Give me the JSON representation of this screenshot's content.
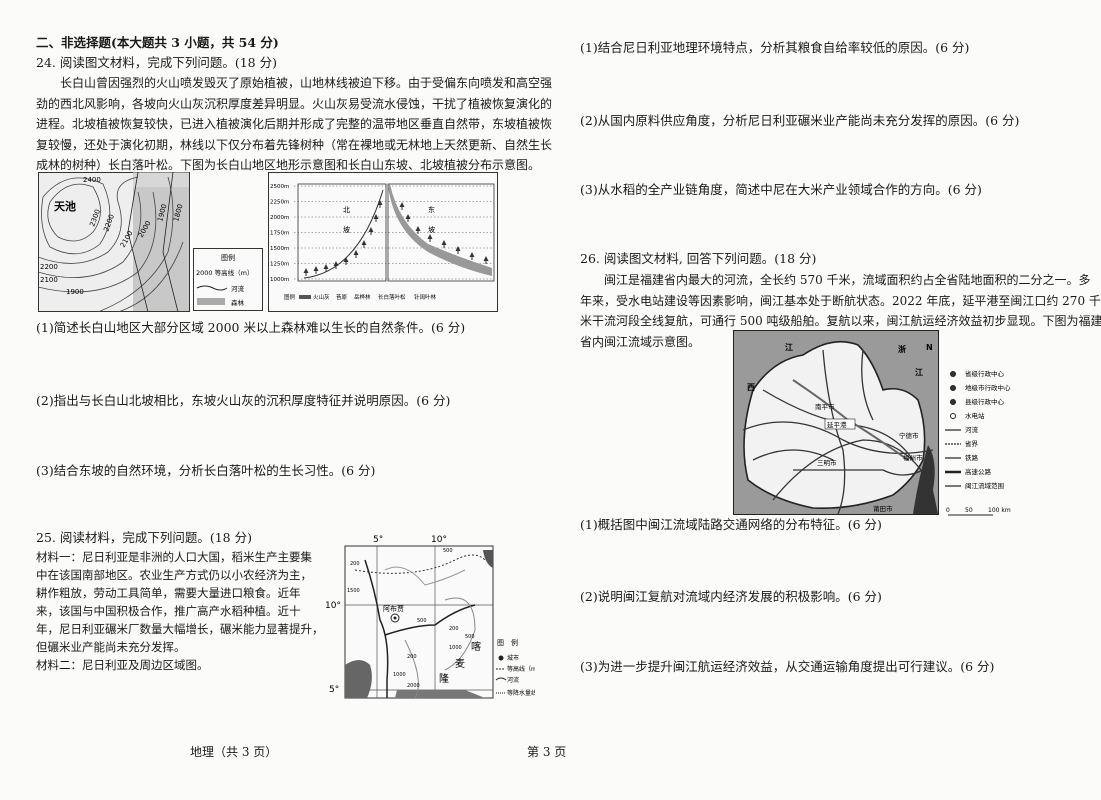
{
  "section_header": "二、非选择题(本大题共 3 小题，共 54 分)",
  "q24": {
    "title": "24. 阅读图文材料，完成下列问题。(18 分)",
    "paragraph_lines": [
      "　　长白山曾因强烈的火山喷发毁灭了原始植被，山地林线被迫下移。由于受偏东向喷发和高空强",
      "劲的西北风影响，各坡向火山灰沉积厚度差异明显。火山灰易受流水侵蚀，干扰了植被恢复演化的",
      "进程。北坡植被恢复较快，已进入植被演化后期并形成了完整的温带地区垂直自然带，东坡植被恢",
      "复较慢，还处于演化初期，林线以下仅分布着先锋树种（常在裸地或无林地上天然更新、自然生长",
      "成林的树种）长白落叶松。下图为长白山地区地形示意图和长白山东坡、北坡植被分布示意图。"
    ],
    "map": {
      "labels": [
        "天池",
        "2400",
        "2200",
        "2100",
        "1900",
        "2300",
        "2200",
        "2100",
        "2000",
        "1900",
        "1800"
      ],
      "legend_title": "图例",
      "legend_items": [
        "2000 等高线（m）",
        "河流",
        "森林"
      ]
    },
    "profile": {
      "y_ticks": [
        "2500m",
        "2250m",
        "2000m",
        "1750m",
        "1500m",
        "1250m",
        "1000m"
      ],
      "north_label": [
        "北",
        "坡"
      ],
      "east_label": [
        "东",
        "坡"
      ],
      "legend": [
        "图例",
        "火山灰",
        "苔原",
        "岳桦林",
        "长白落叶松",
        "针阔叶林"
      ]
    },
    "questions": [
      "(1)简述长白山地区大部分区域 2000 米以上森林难以生长的自然条件。(6 分)",
      "(2)指出与长白山北坡相比，东坡火山灰的沉积厚度特征并说明原因。(6 分)",
      "(3)结合东坡的自然环境，分析长白落叶松的生长习性。(6 分)"
    ]
  },
  "q25": {
    "title": "25. 阅读材料，完成下列问题。(18 分)",
    "material_lines": [
      "材料一：尼日利亚是非洲的人口大国，稻米生产主要集",
      "中在该国南部地区。农业生产方式仍以小农经济为主，",
      "耕作粗放，劳动工具简单，需要大量进口粮食。近年",
      "来，该国与中国积极合作，推广高产水稻种植。近十",
      "年，尼日利亚碾米厂数量大幅增长，碾米能力显著提升，",
      "但碾米业产能尚未充分发挥。",
      "材料二：尼日利亚及周边区域图。"
    ],
    "map": {
      "lon_labels": [
        "5°",
        "10°"
      ],
      "lat_labels": [
        "10°",
        "5°"
      ],
      "city": "阿布贾",
      "country_chars": [
        "喀",
        "麦",
        "隆"
      ],
      "contours": [
        "500",
        "200",
        "500",
        "200",
        "500",
        "1000",
        "200",
        "2000",
        "1500",
        "1000"
      ],
      "legend_title": "图　例",
      "legend_items": [
        "城市",
        "等高线（m）",
        "河流",
        "等降水量线（mm）"
      ]
    },
    "questions": [
      "(1)结合尼日利亚地理环境特点，分析其粮食自给率较低的原因。(6 分)",
      "(2)从国内原料供应角度，分析尼日利亚碾米业产能尚未充分发挥的原因。(6 分)",
      "(3)从水稻的全产业链角度，简述中尼在大米产业领域合作的方向。(6 分)"
    ]
  },
  "q26": {
    "title": "26. 阅读图文材料, 回答下列问题。(18 分)",
    "paragraph_lines": [
      "　　闽江是福建省内最大的河流，全长约 570 千米，流域面积约占全省陆地面积的二分之一。多",
      "年来，受水电站建设等因素影响，闽江基本处于断航状态。2022 年底，延平港至闽江口约 270 千",
      "米干流河段全线复航，可通行 500 吨级船舶。复航以来，闽江航运经济效益初步显现。下图为福建",
      "省内闽江流域示意图。"
    ],
    "map": {
      "province_chars": [
        "江",
        "西",
        "浙",
        "江"
      ],
      "cities": [
        "南平市",
        "延平港",
        "三明市",
        "宁德市",
        "福州市",
        "莆田市"
      ],
      "north": "N",
      "legend_items": [
        "省级行政中心",
        "地级市行政中心",
        "县级行政中心",
        "水电站",
        "河流",
        "省界",
        "铁路",
        "高速公路",
        "闽江流域范围"
      ],
      "scale": [
        "0",
        "50",
        "100 km"
      ]
    },
    "questions": [
      "(1)概括图中闽江流域陆路交通网络的分布特征。(6 分)",
      "(2)说明闽江复航对流域内经济发展的积极影响。(6 分)",
      "(3)为进一步提升闽江航运经济效益，从交通运输角度提出可行建议。(6 分)"
    ]
  },
  "footer": {
    "subject": "地理（共 3 页）",
    "page": "第 3 页"
  }
}
